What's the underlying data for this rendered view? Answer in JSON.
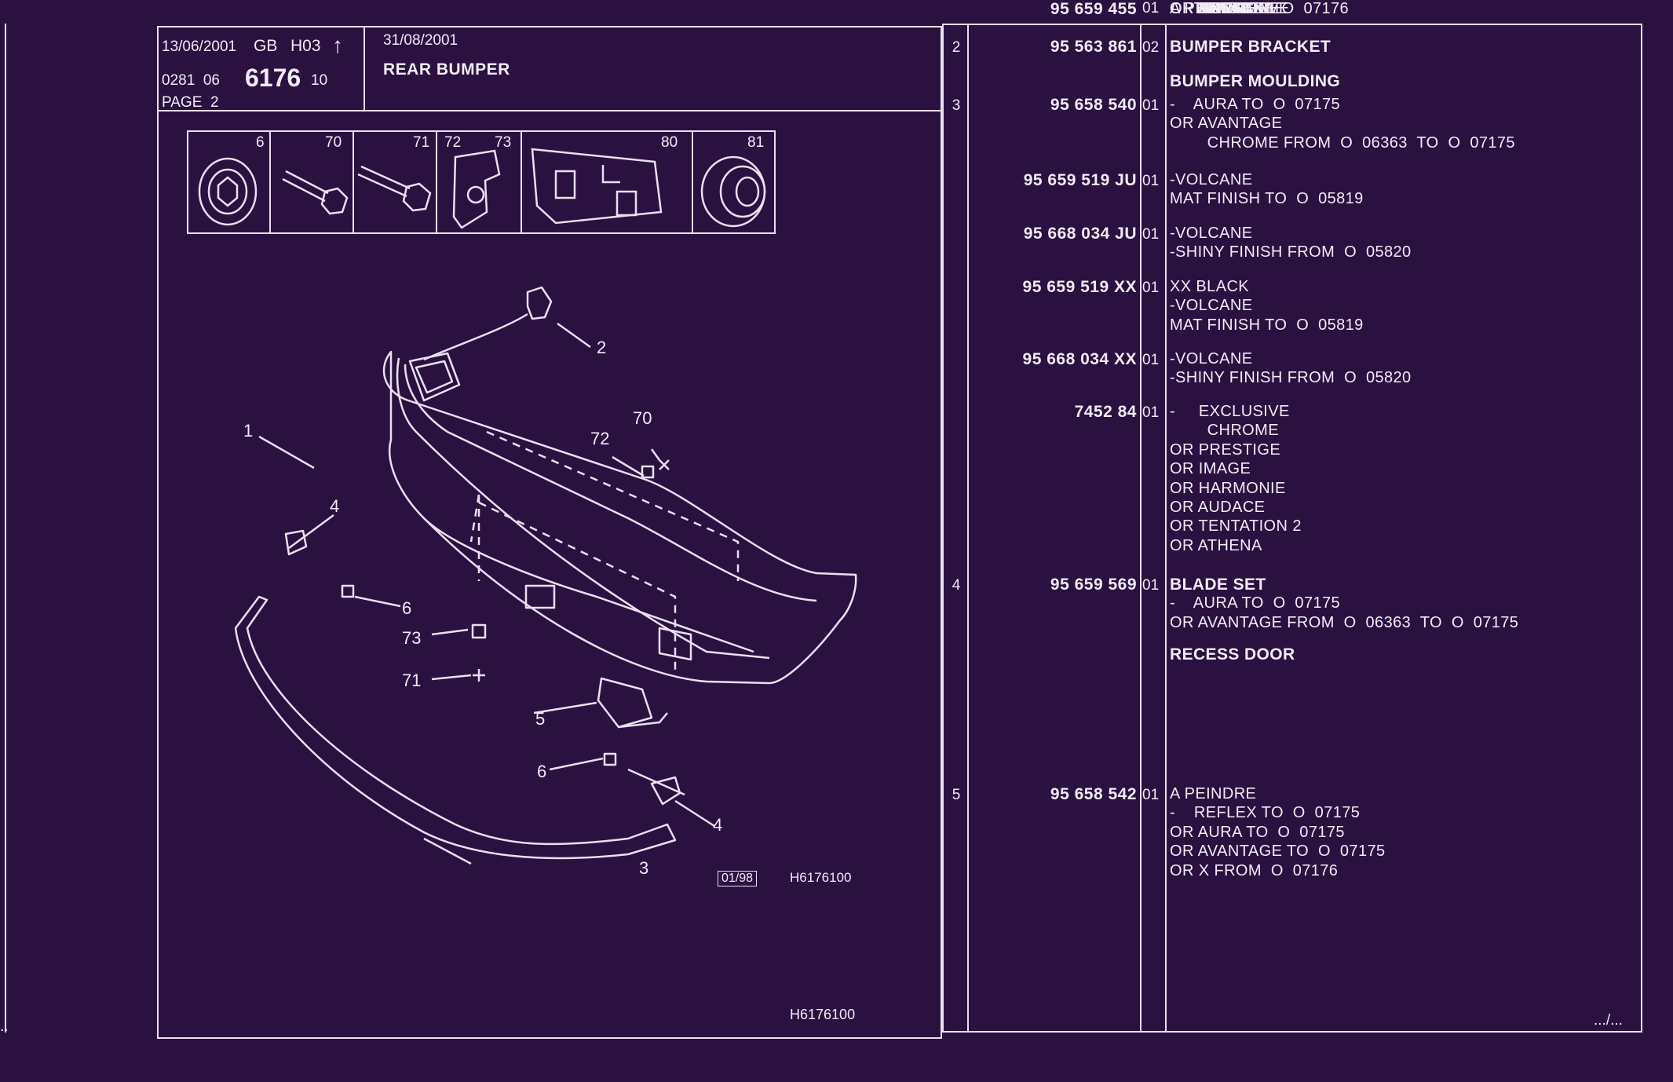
{
  "header": {
    "date": "13/06/2001",
    "lang": "GB",
    "code": "H03",
    "arrow": "↑",
    "ref_prefix": "0281  06",
    "ref_main": "6176",
    "ref_suffix": "10",
    "page": "PAGE  2",
    "date2": "31/08/2001",
    "title": "REAR BUMPER"
  },
  "fasteners": [
    {
      "no": "6",
      "icon": "washer-clip-icon"
    },
    {
      "no": "70",
      "icon": "bolt-icon"
    },
    {
      "no": "71",
      "icon": "bolt-icon"
    },
    {
      "no": "72",
      "icon": "clip-nut-icon"
    },
    {
      "no": "73",
      "icon": "clip-nut-icon"
    },
    {
      "no": "80",
      "icon": "bracket-plate-icon"
    },
    {
      "no": "81",
      "icon": "grommet-icon"
    }
  ],
  "diagram": {
    "labels": [
      "1",
      "2",
      "3",
      "4",
      "4",
      "5",
      "6",
      "6",
      "70",
      "71",
      "72",
      "73"
    ],
    "date_box": "01/98",
    "code1": "H6176100",
    "code2": "H6176100"
  },
  "parts": [
    {
      "ref": "2",
      "part_no": "95 563 861",
      "qty": "02",
      "lines": [
        {
          "t": "BUMPER BRACKET",
          "b": true
        }
      ]
    },
    {
      "ref": "",
      "part_no": "",
      "qty": "",
      "lines": [
        {
          "t": "BUMPER MOULDING",
          "b": true
        }
      ]
    },
    {
      "ref": "3",
      "part_no": "95 658 540",
      "qty": "01",
      "lines": [
        {
          "t": "-    AURA TO  O  07175"
        },
        {
          "t": "OR AVANTAGE"
        },
        {
          "t": "        CHROME FROM  O  06363  TO  O  07175"
        }
      ]
    },
    {
      "ref": "",
      "part_no": "95 659 519 JU",
      "qty": "01",
      "lines": [
        {
          "t": "-VOLCANE"
        },
        {
          "t": "MAT FINISH TO  O  05819"
        }
      ]
    },
    {
      "ref": "",
      "part_no": "95 668 034 JU",
      "qty": "01",
      "lines": [
        {
          "t": "-VOLCANE"
        },
        {
          "t": "-SHINY FINISH FROM  O  05820"
        }
      ]
    },
    {
      "ref": "",
      "part_no": "95 659 519 XX",
      "qty": "01",
      "lines": [
        {
          "t": "XX BLACK"
        },
        {
          "t": "-VOLCANE"
        },
        {
          "t": "MAT FINISH TO  O  05819"
        }
      ]
    },
    {
      "ref": "",
      "part_no": "95 668 034 XX",
      "qty": "01",
      "lines": [
        {
          "t": "-VOLCANE"
        },
        {
          "t": "-SHINY FINISH FROM  O  05820"
        }
      ]
    },
    {
      "ref": "",
      "part_no": "7452 84",
      "qty": "01",
      "lines": [
        {
          "t": "-     EXCLUSIVE"
        },
        {
          "t": "        CHROME"
        },
        {
          "t": "OR PRESTIGE"
        },
        {
          "t": "OR IMAGE"
        },
        {
          "t": "OR HARMONIE"
        },
        {
          "t": "OR AUDACE"
        },
        {
          "t": "OR TENTATION 2"
        },
        {
          "t": "OR ATHENA"
        }
      ]
    },
    {
      "ref": "4",
      "part_no": "95 659 569",
      "qty": "01",
      "lines": [
        {
          "t": "BLADE SET",
          "b": true
        },
        {
          "t": "-    AURA TO  O  07175"
        },
        {
          "t": "OR AVANTAGE FROM  O  06363  TO  O  07175"
        }
      ]
    },
    {
      "ref": "",
      "part_no": "",
      "qty": "",
      "lines": [
        {
          "t": "RECESS DOOR",
          "b": true
        }
      ]
    },
    {
      "ref": "5",
      "part_no": "95 658 542",
      "qty": "01",
      "lines": [
        {
          "t": "A PEINDRE"
        },
        {
          "t": "-    REFLEX TO  O  07175"
        },
        {
          "t": "OR AURA TO  O  07175"
        },
        {
          "t": "OR AVANTAGE TO  O  07175"
        },
        {
          "t": "OR X FROM  O  07176"
        }
      ]
    },
    {
      "ref": "",
      "part_no": "95 659 455",
      "qty": "01",
      "lines": [
        {
          "t": "A PEINDRE"
        },
        {
          "t": "-    TONIC 2"
        },
        {
          "t": "OR AUDACE"
        },
        {
          "t": "OR PRESTIGE"
        },
        {
          "t": "OR TONIC"
        },
        {
          "t": "OR MIAMI"
        },
        {
          "t": "OR HARMONIE"
        },
        {
          "t": "OR VOLCANE"
        },
        {
          "t": "OR EXCLUSIVE"
        },
        {
          "t": "OR IMAGE"
        },
        {
          "t": "OR SX FROM  O  07176"
        }
      ]
    }
  ],
  "continuation": ".../...",
  "left_edge_dots": "..",
  "colors": {
    "background": "#2b1140",
    "line": "#e8e0ef"
  }
}
